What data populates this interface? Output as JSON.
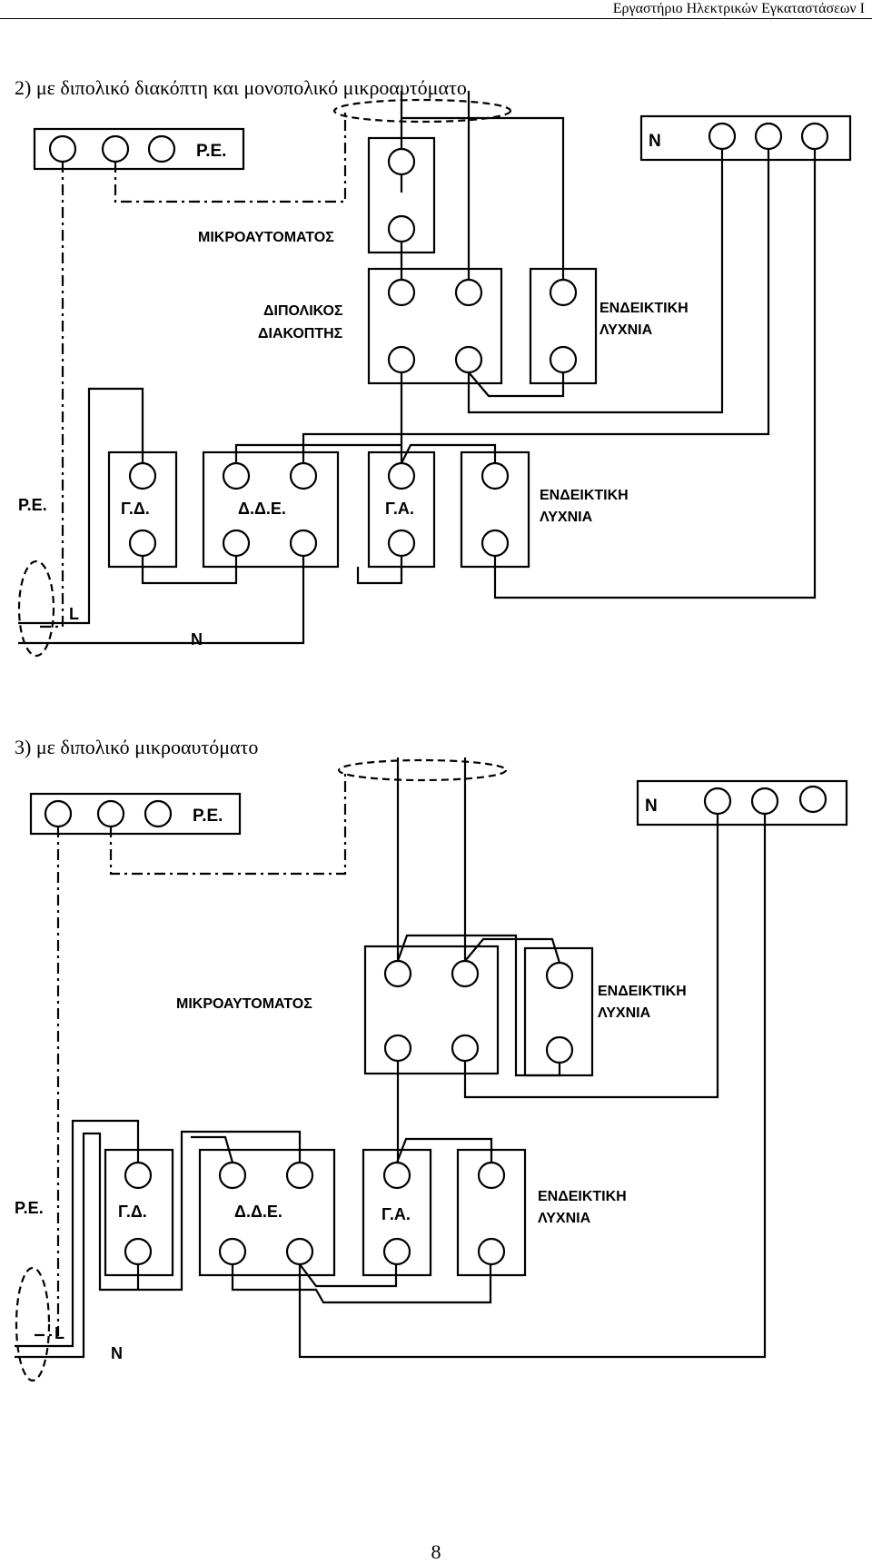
{
  "header": {
    "text": "Εργαστήριο Ηλεκτρικών Εγκαταστάσεων Ι"
  },
  "diagram2": {
    "title": "2) με διπολικό διακόπτη και μονοπολικό μικροαυτόματο",
    "labels": {
      "pe_bar": "P.E.",
      "n_bar": "N",
      "breaker": "ΜΙΚΡΟΑΥΤΟΜΑΤΟΣ",
      "switch_line1": "ΔΙΠΟΛΙΚΟΣ",
      "switch_line2": "ΔΙΑΚΟΠΤΗΣ",
      "lamp_top_line1": "ΕΝΔΕΙΚΤΙΚΗ",
      "lamp_top_line2": "ΛΥΧΝΙΑ",
      "pe_side": "P.E.",
      "gd": "Γ.Δ.",
      "dde": "Δ.Δ.Ε.",
      "ga": "Γ.Α.",
      "lamp_bottom_line1": "ΕΝΔΕΙΚΤΙΚΗ",
      "lamp_bottom_line2": "ΛΥΧΝΙΑ",
      "l_wire": "L",
      "n_wire": "N"
    }
  },
  "diagram3": {
    "title": "3) με διπολικό μικροαυτόματο",
    "labels": {
      "pe_bar": "P.E.",
      "n_bar": "N",
      "breaker": "ΜΙΚΡΟΑΥΤΟΜΑΤΟΣ",
      "lamp_top_line1": "ΕΝΔΕΙΚΤΙΚΗ",
      "lamp_top_line2": "ΛΥΧΝΙΑ",
      "pe_side": "P.E.",
      "gd": "Γ.Δ.",
      "dde": "Δ.Δ.Ε.",
      "ga": "Γ.Α.",
      "lamp_bottom_line1": "ΕΝΔΕΙΚΤΙΚΗ",
      "lamp_bottom_line2": "ΛΥΧΝΙΑ",
      "l_wire": "L",
      "n_wire": "N"
    }
  },
  "page_number": "8"
}
